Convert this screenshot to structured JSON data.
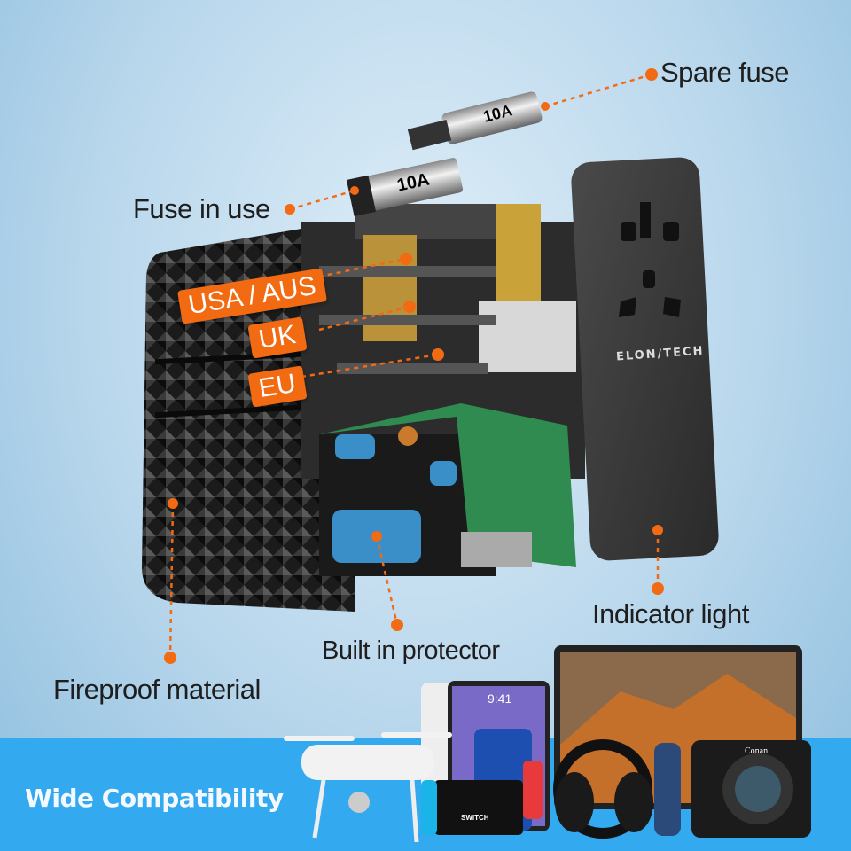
{
  "callouts": {
    "spare_fuse": "Spare fuse",
    "fuse_in_use": "Fuse in use",
    "indicator_light": "Indicator light",
    "built_in_protector": "Built in protector",
    "fireproof_material": "Fireproof material"
  },
  "plug_tags": [
    "USA / AUS",
    "UK",
    "EU"
  ],
  "fuse_rating": "10A",
  "brand_logo": "ELON/TECH",
  "banner": {
    "title": "Wide Compatibility"
  },
  "devices": {
    "phone_time": "9:41",
    "console_logo": "SWITCH",
    "camera_brand": "Conan"
  },
  "colors": {
    "accent": "#f26a12",
    "banner": "#33a9f0"
  }
}
